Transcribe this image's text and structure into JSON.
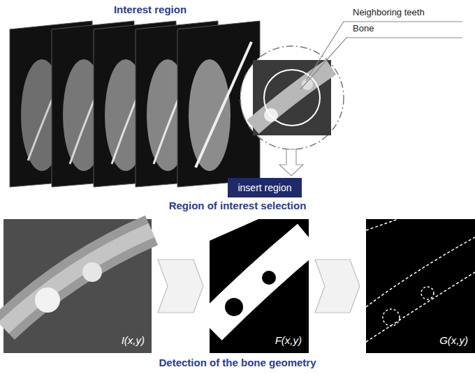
{
  "diagram": {
    "title": "Interest region",
    "nodes": [
      {
        "text": [
          "insert region"
        ]
      },
      {
        "text": [
          "I(x,y)"
        ]
      },
      {
        "text": [
          "F(x,y)"
        ]
      },
      {
        "text": [
          "G(x,y)"
        ]
      }
    ],
    "edges": [
      {
        "from": 1,
        "to": 2,
        "arrow": "to"
      },
      {
        "from": 2,
        "to": 3,
        "arrow": "to"
      }
    ],
    "labels": [
      "Neighboring teeth",
      "Bone",
      "Region of interest selection",
      "Detection of the bone geometry"
    ]
  }
}
